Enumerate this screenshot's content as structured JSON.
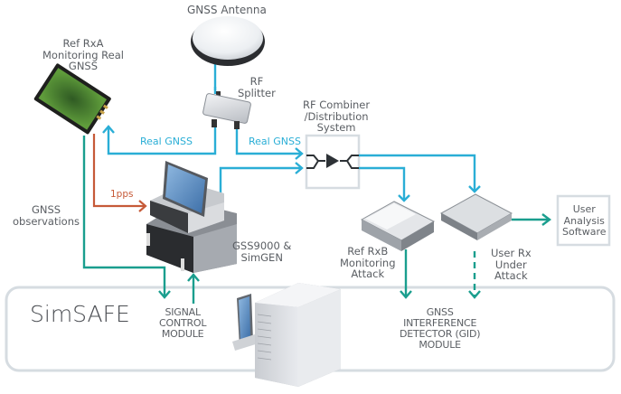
{
  "diagram": {
    "colors": {
      "rf_line": "#2aaed6",
      "data_line": "#1a9e8e",
      "pps_line": "#c65a38",
      "box_border": "#d6dce1",
      "text": "#5a5e63"
    },
    "labels": {
      "gnss_antenna": "GNSS Antenna",
      "rf_splitter": [
        "RF",
        "Splitter"
      ],
      "ref_rxa": [
        "Ref RxA",
        "Monitoring Real",
        "GNSS"
      ],
      "rf_combiner": [
        "RF Combiner",
        "/Distribution",
        "System"
      ],
      "real_gnss_left": "Real GNSS",
      "real_gnss_right": "Real GNSS",
      "pps": "1pps",
      "gnss_observations": [
        "GNSS",
        "observations"
      ],
      "gss9000": [
        "GSS9000 &",
        "SimGEN"
      ],
      "ref_rxb": [
        "Ref RxB",
        "Monitoring",
        "Attack"
      ],
      "user_rx": [
        "User Rx",
        "Under",
        "Attack"
      ],
      "user_analysis": [
        "User",
        "Analysis",
        "Software"
      ],
      "simsafe": "SimSAFE",
      "signal_control": [
        "SIGNAL",
        "CONTROL",
        "MODULE"
      ],
      "gid_module": [
        "GNSS",
        "INTERFERENCE",
        "DETECTOR (GID)",
        "MODULE"
      ]
    },
    "components": [
      {
        "id": "gnss-antenna",
        "icon": "antenna-dome-icon"
      },
      {
        "id": "rf-splitter",
        "icon": "rf-splitter-icon"
      },
      {
        "id": "ref-rxa",
        "icon": "receiver-board-icon"
      },
      {
        "id": "rf-combiner",
        "icon": "combiner-box-icon"
      },
      {
        "id": "gss9000",
        "icon": "simulator-workstation-icon"
      },
      {
        "id": "ref-rxb",
        "icon": "receiver-unit-icon"
      },
      {
        "id": "user-rx",
        "icon": "receiver-unit-icon"
      },
      {
        "id": "user-analysis",
        "icon": "software-box-icon"
      },
      {
        "id": "simsafe-server",
        "icon": "server-tower-icon"
      }
    ]
  }
}
